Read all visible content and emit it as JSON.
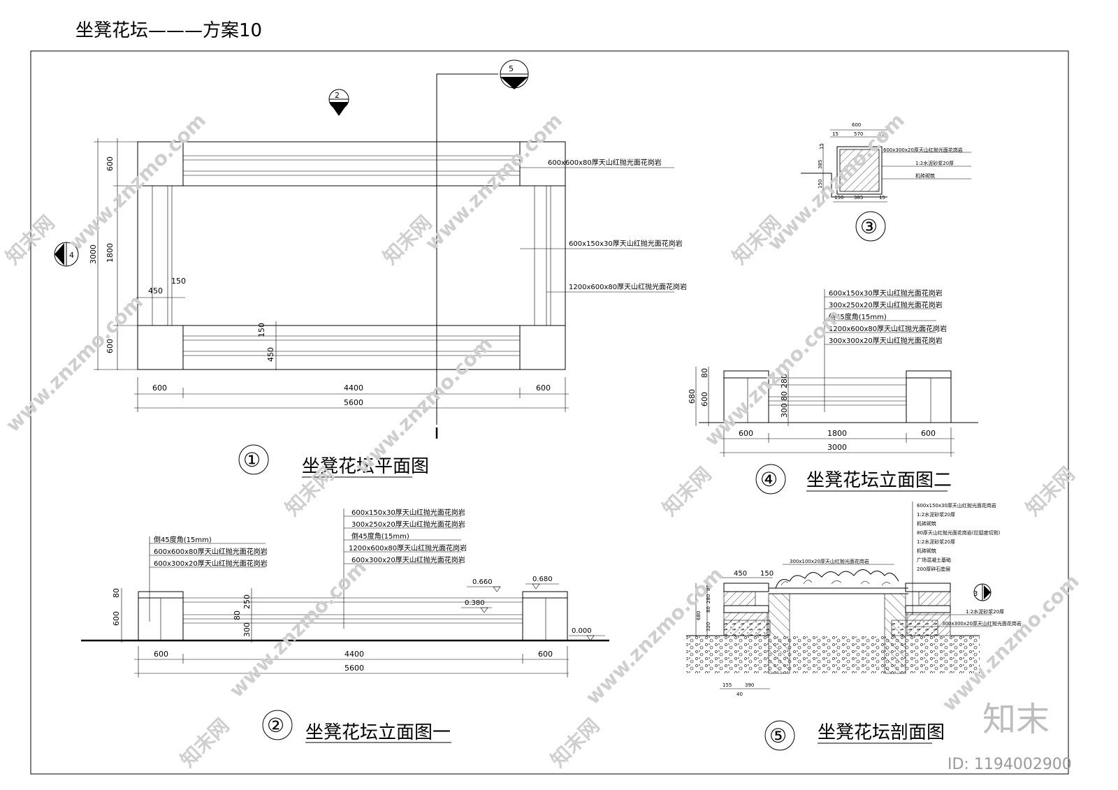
{
  "title": "坐凳花坛———方案10",
  "views": {
    "plan": {
      "number": "①",
      "title": "坐凳花坛平面图",
      "dims": {
        "top": "600",
        "middle": "1800",
        "bottom": "600",
        "total_h": "3000",
        "w450": "450",
        "w150": "150",
        "v150": "150",
        "v450": "450",
        "left": "600",
        "center": "4400",
        "right": "600",
        "total_w": "5600"
      },
      "notes": [
        "600x600x80厚天山红抛光面花岗岩",
        "600x150x30厚天山红抛光面花岗岩",
        "1200x600x80厚天山红抛光面花岗岩"
      ]
    },
    "elev1": {
      "number": "②",
      "title": "坐凳花坛立面图一",
      "dims": {
        "h80": "80",
        "h600": "600",
        "h250": "250",
        "h80b": "80",
        "h300": "300",
        "left": "600",
        "center": "4400",
        "right": "600",
        "total_w": "5600"
      },
      "notes_left": [
        "倒45度角(15mm)",
        "600x600x80厚天山红抛光面花岗岩",
        "600x300x20厚天山红抛光面花岗岩"
      ],
      "notes_center": [
        "600x150x30厚天山红抛光面花岗岩",
        "300x250x20厚天山红抛光面花岗岩",
        "倒45度角(15mm)",
        "1200x600x80厚天山红抛光面花岗岩",
        "600x300x20厚天山红抛光面花岗岩"
      ],
      "levels": [
        "0.660",
        "0.680",
        "0.380",
        "0.000"
      ]
    },
    "detail3": {
      "number": "③",
      "dims": {
        "top": "600",
        "l15": "15",
        "w570": "570",
        "r15": "15",
        "v15": "15",
        "v385": "385",
        "v150": "150",
        "b150": "150",
        "b385": "385",
        "b15": "15"
      },
      "notes": [
        "600x300x20厚天山红抛光面花岗岩",
        "1:2水泥砂浆20厚",
        "机砖砌筑"
      ]
    },
    "elev2": {
      "number": "④",
      "title": "坐凳花坛立面图二",
      "dims": {
        "h80": "80",
        "h600": "600",
        "h680": "680",
        "h280": "280",
        "h80b": "80",
        "h300": "300",
        "left": "600",
        "center": "1800",
        "right": "600",
        "total_w": "3000"
      },
      "notes": [
        "600x150x30厚天山红抛光面花岗岩",
        "300x250x20厚天山红抛光面花岗岩",
        "倒45度角(15mm)",
        "1200x600x80厚天山红抛光面花岗岩",
        "300x300x20厚天山红抛光面花岗岩"
      ]
    },
    "section": {
      "number": "⑤",
      "title": "坐凳花坛剖面图",
      "dims": {
        "w450": "450",
        "w150": "150",
        "h680": "680",
        "h80": "80",
        "h280": "280",
        "h80b": "80",
        "h320": "320",
        "b155": "155",
        "b390": "390",
        "b40": "40"
      },
      "notes_right": [
        "600x150x30厚天山红抛光面花岗岩",
        "1:2水泥砂浆20厚",
        "机砖砌筑",
        "80厚天山红抛光面花岗岩(拉弧度切割)",
        "1:2水泥砂浆20厚",
        "机砖砌筑",
        "广场混凝土基础",
        "200厚碎石垫层"
      ],
      "note_top": "300x100x20厚天山红抛光面花岗岩",
      "note_side1": "1:2水泥砂浆20厚",
      "note_side2": "300x300x20厚天山红抛光面花岗岩"
    }
  },
  "markers": {
    "m2": "2",
    "m5": "5",
    "m4": "4",
    "m3": "3"
  },
  "watermark": {
    "site": "www.znzmo.com",
    "brand": "知末网",
    "logo": "知末",
    "id": "ID: 1194002900"
  },
  "colors": {
    "line": "#000000",
    "watermark": "#cfcfcf",
    "background": "#ffffff"
  }
}
